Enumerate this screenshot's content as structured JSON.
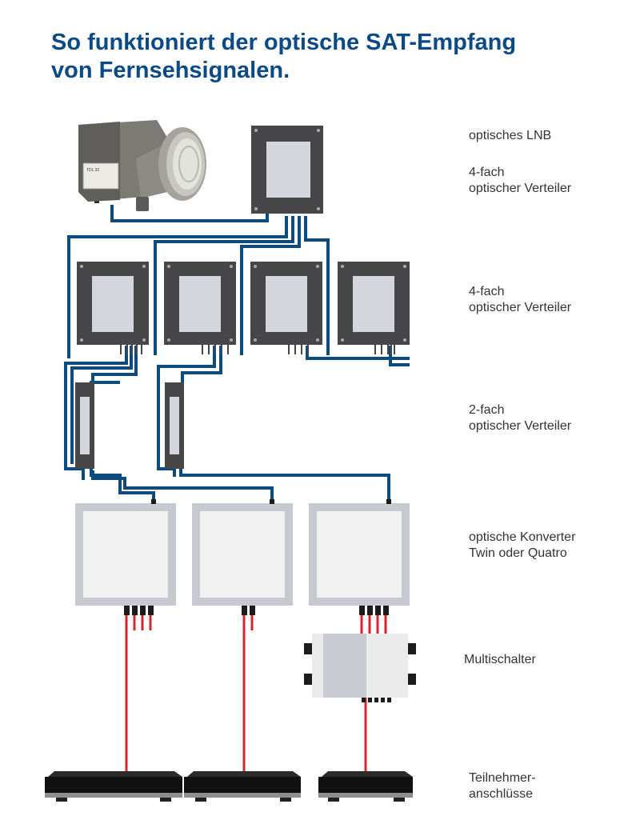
{
  "title": {
    "line1": "So funktioniert der optische SAT-Empfang",
    "line2": "von Fernsehsignalen."
  },
  "lnb_text": "TDL 32",
  "labels": {
    "lnb": "optisches LNB",
    "splitter_top": [
      "4-fach",
      "optischer Verteiler"
    ],
    "splitter_row": [
      "4-fach",
      "optischer Verteiler"
    ],
    "splitter_2": [
      "2-fach",
      "optischer Verteiler"
    ],
    "converter": [
      "optische Konverter",
      "Twin oder Quatro"
    ],
    "multiswitch": "Multischalter",
    "subscriber": [
      "Teilnehmer-",
      "anschlüsse"
    ]
  },
  "colors": {
    "title": "#0b4a86",
    "fiber": "#0d4a7e",
    "coax": "#d9242a",
    "splitter_body": "#474749",
    "splitter_panel": "#d3d6dd",
    "converter_frame": "#c6c9d0",
    "receiver": "#222222"
  }
}
